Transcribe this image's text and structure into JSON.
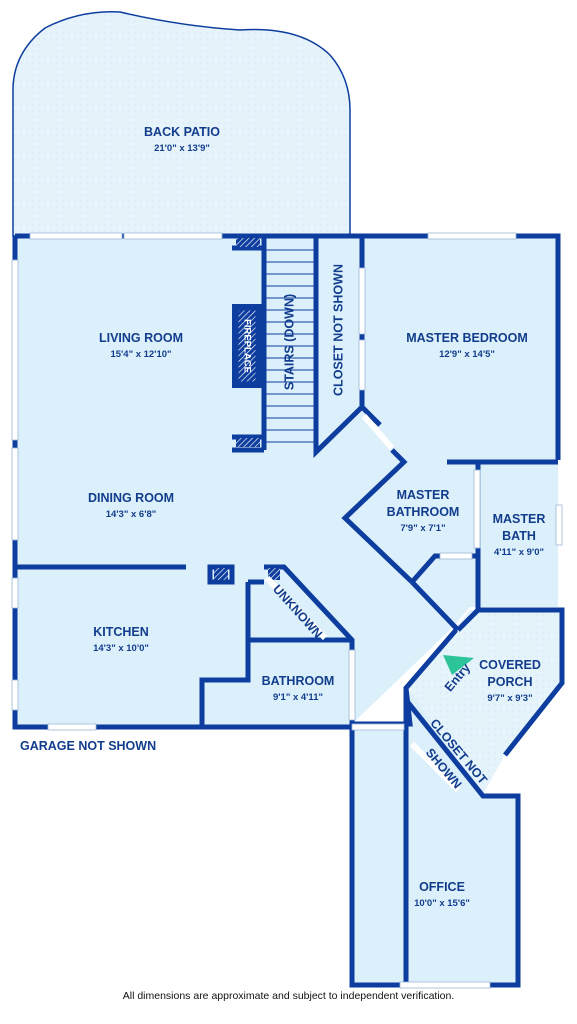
{
  "colors": {
    "wall": "#0d3d9e",
    "room_fill": "#dcf0fb",
    "patio_fill": "#e6f3fb",
    "label": "#123d8c",
    "window": "#ffffff",
    "entry_marker": "#2ec49a"
  },
  "rooms": {
    "back_patio": {
      "name": "BACK PATIO",
      "dims": "21'0\" x 13'9\""
    },
    "living_room": {
      "name": "LIVING ROOM",
      "dims": "15'4\" x 12'10\""
    },
    "master_bedroom": {
      "name": "MASTER BEDROOM",
      "dims": "12'9\" x 14'5\""
    },
    "dining_room": {
      "name": "DINING ROOM",
      "dims": "14'3\" x 6'8\""
    },
    "master_bathroom": {
      "name_line1": "MASTER",
      "name_line2": "BATHROOM",
      "dims": "7'9\" x 7'1\""
    },
    "master_bath": {
      "name_line1": "MASTER",
      "name_line2": "BATH",
      "dims": "4'11\" x 9'0\""
    },
    "kitchen": {
      "name": "KITCHEN",
      "dims": "14'3\" x 10'0\""
    },
    "bathroom": {
      "name": "BATHROOM",
      "dims": "9'1\" x 4'11\""
    },
    "covered_porch": {
      "name_line1": "COVERED",
      "name_line2": "PORCH",
      "dims": "9'7\" x 9'3\""
    },
    "office": {
      "name": "OFFICE",
      "dims": "10'0\" x 15'6\""
    }
  },
  "labels": {
    "fireplace": "FIREPLACE",
    "stairs": "STAIRS (DOWN)",
    "closet_not_shown_top": "CLOSET NOT SHOWN",
    "unknown": "UNKNOWN",
    "closet_not_shown_line1": "CLOSET NOT",
    "closet_not_shown_line2": "SHOWN",
    "garage_not_shown": "GARAGE NOT SHOWN",
    "entry": "Entry"
  },
  "footer": "All dimensions are approximate and subject to independent verification."
}
